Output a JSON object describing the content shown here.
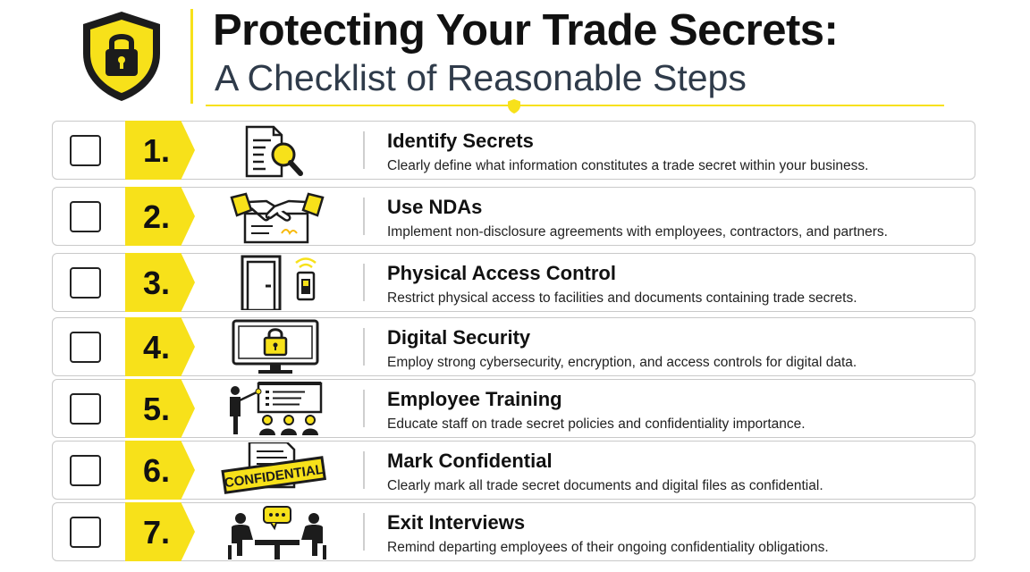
{
  "header": {
    "title": "Protecting Your Trade Secrets:",
    "subtitle": "A Checklist of Reasonable Steps",
    "logo_icon": "lock-shield-icon"
  },
  "colors": {
    "accent": "#f7e11a",
    "text": "#111111",
    "subtitle": "#2f3b4a",
    "border": "#c9c9c9"
  },
  "steps": [
    {
      "number": "1.",
      "title": "Identify Secrets",
      "description": "Clearly define what information constitutes a trade secret within your business.",
      "icon": "document-search-icon",
      "checked": false
    },
    {
      "number": "2.",
      "title": "Use NDAs",
      "description": "Implement non-disclosure agreements with employees, contractors, and partners.",
      "icon": "handshake-contract-icon",
      "checked": false
    },
    {
      "number": "3.",
      "title": "Physical Access Control",
      "description": "Restrict physical access to facilities and documents containing trade secrets.",
      "icon": "door-keycard-icon",
      "checked": false
    },
    {
      "number": "4.",
      "title": "Digital Security",
      "description": "Employ strong cybersecurity, encryption, and access controls for digital data.",
      "icon": "monitor-lock-icon",
      "checked": false
    },
    {
      "number": "5.",
      "title": "Employee Training",
      "description": "Educate staff on trade secret policies and confidentiality importance.",
      "icon": "presentation-training-icon",
      "checked": false
    },
    {
      "number": "6.",
      "title": "Mark Confidential",
      "description": "Clearly mark all trade secret documents and digital files as confidential.",
      "icon": "confidential-stamp-icon",
      "checked": false,
      "stamp_text": "CONFIDENTIAL"
    },
    {
      "number": "7.",
      "title": "Exit Interviews",
      "description": "Remind departing employees of their ongoing confidentiality obligations.",
      "icon": "exit-interview-icon",
      "checked": false
    }
  ]
}
